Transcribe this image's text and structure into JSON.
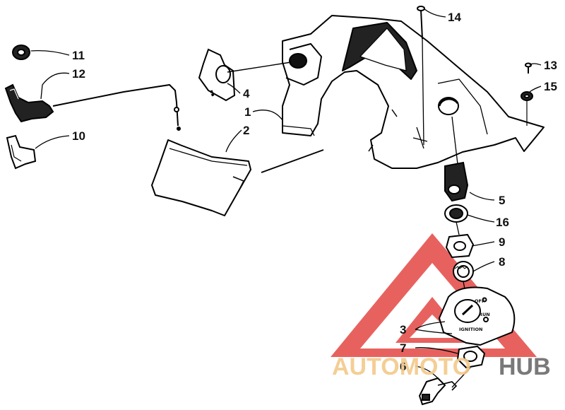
{
  "labels": {
    "p1": "1",
    "p2": "2",
    "p3": "3",
    "p4": "4",
    "p5": "5",
    "p6": "6",
    "p7": "7",
    "p8": "8",
    "p9": "9",
    "p10": "10",
    "p11": "11",
    "p12": "12",
    "p13": "13",
    "p14": "14",
    "p15": "15",
    "p16": "16"
  },
  "switch_plate": {
    "off": "OFF",
    "run": "RUN",
    "ignition": "IGNITION"
  },
  "watermark": {
    "part1": "AUTOMOTO",
    "part2": "HUB",
    "color1": "#f3c98a",
    "color2": "#6b6b6b",
    "triangle": "#e0332f"
  }
}
